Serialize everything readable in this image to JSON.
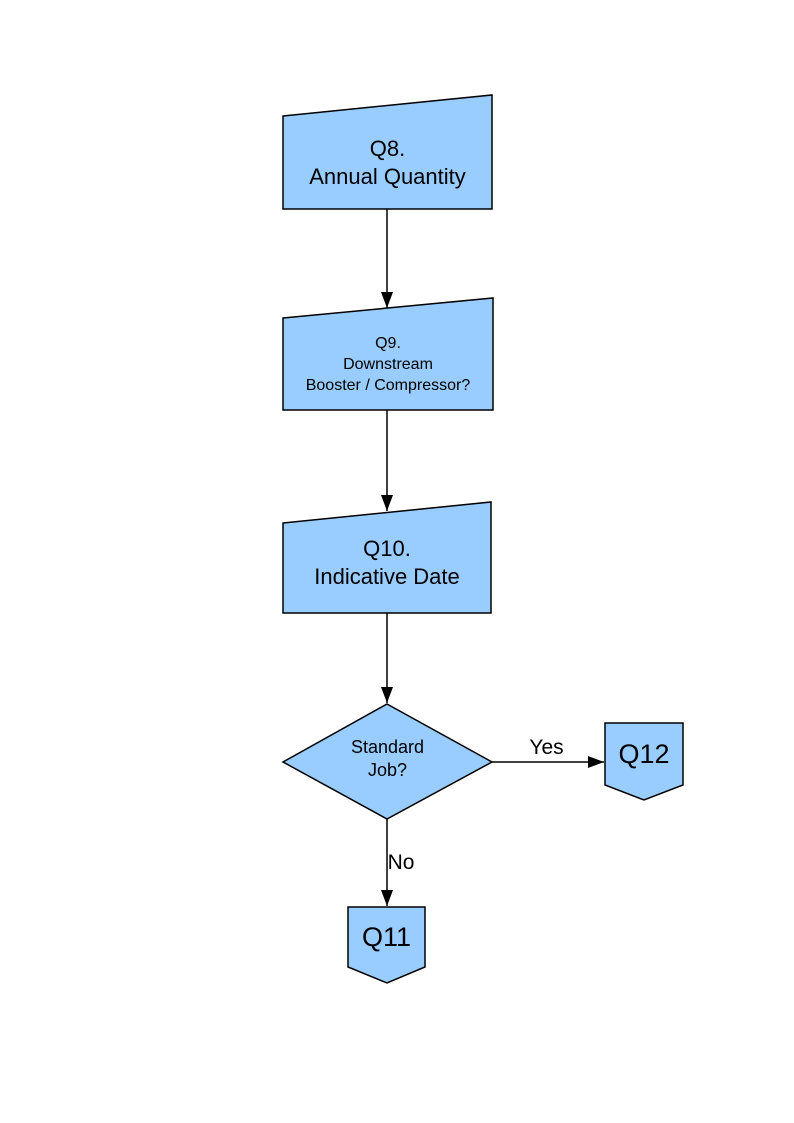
{
  "colors": {
    "shape_fill": "#99CCFF",
    "shape_border": "#000000",
    "arrow": "#000000",
    "text": "#000000",
    "background": "#FFFFFF"
  },
  "flowchart": {
    "nodes": {
      "q8": {
        "shape": "manual-input",
        "lines": [
          "Q8.",
          "Annual Quantity"
        ]
      },
      "q9": {
        "shape": "manual-input",
        "lines": [
          "Q9.",
          "Downstream",
          "Booster / Compressor?"
        ]
      },
      "q10": {
        "shape": "manual-input",
        "lines": [
          "Q10.",
          "Indicative Date"
        ]
      },
      "decision": {
        "shape": "decision-diamond",
        "lines": [
          "Standard",
          "Job?"
        ]
      },
      "q12": {
        "shape": "off-page-connector",
        "lines": [
          "Q12"
        ]
      },
      "q11": {
        "shape": "off-page-connector",
        "lines": [
          "Q11"
        ]
      }
    },
    "edges": {
      "q8_to_q9": {
        "from": "q8",
        "to": "q9",
        "label": ""
      },
      "q9_to_q10": {
        "from": "q9",
        "to": "q10",
        "label": ""
      },
      "q10_to_decision": {
        "from": "q10",
        "to": "decision",
        "label": ""
      },
      "decision_yes": {
        "from": "decision",
        "to": "q12",
        "label": "Yes"
      },
      "decision_no": {
        "from": "decision",
        "to": "q11",
        "label": "No"
      }
    }
  }
}
